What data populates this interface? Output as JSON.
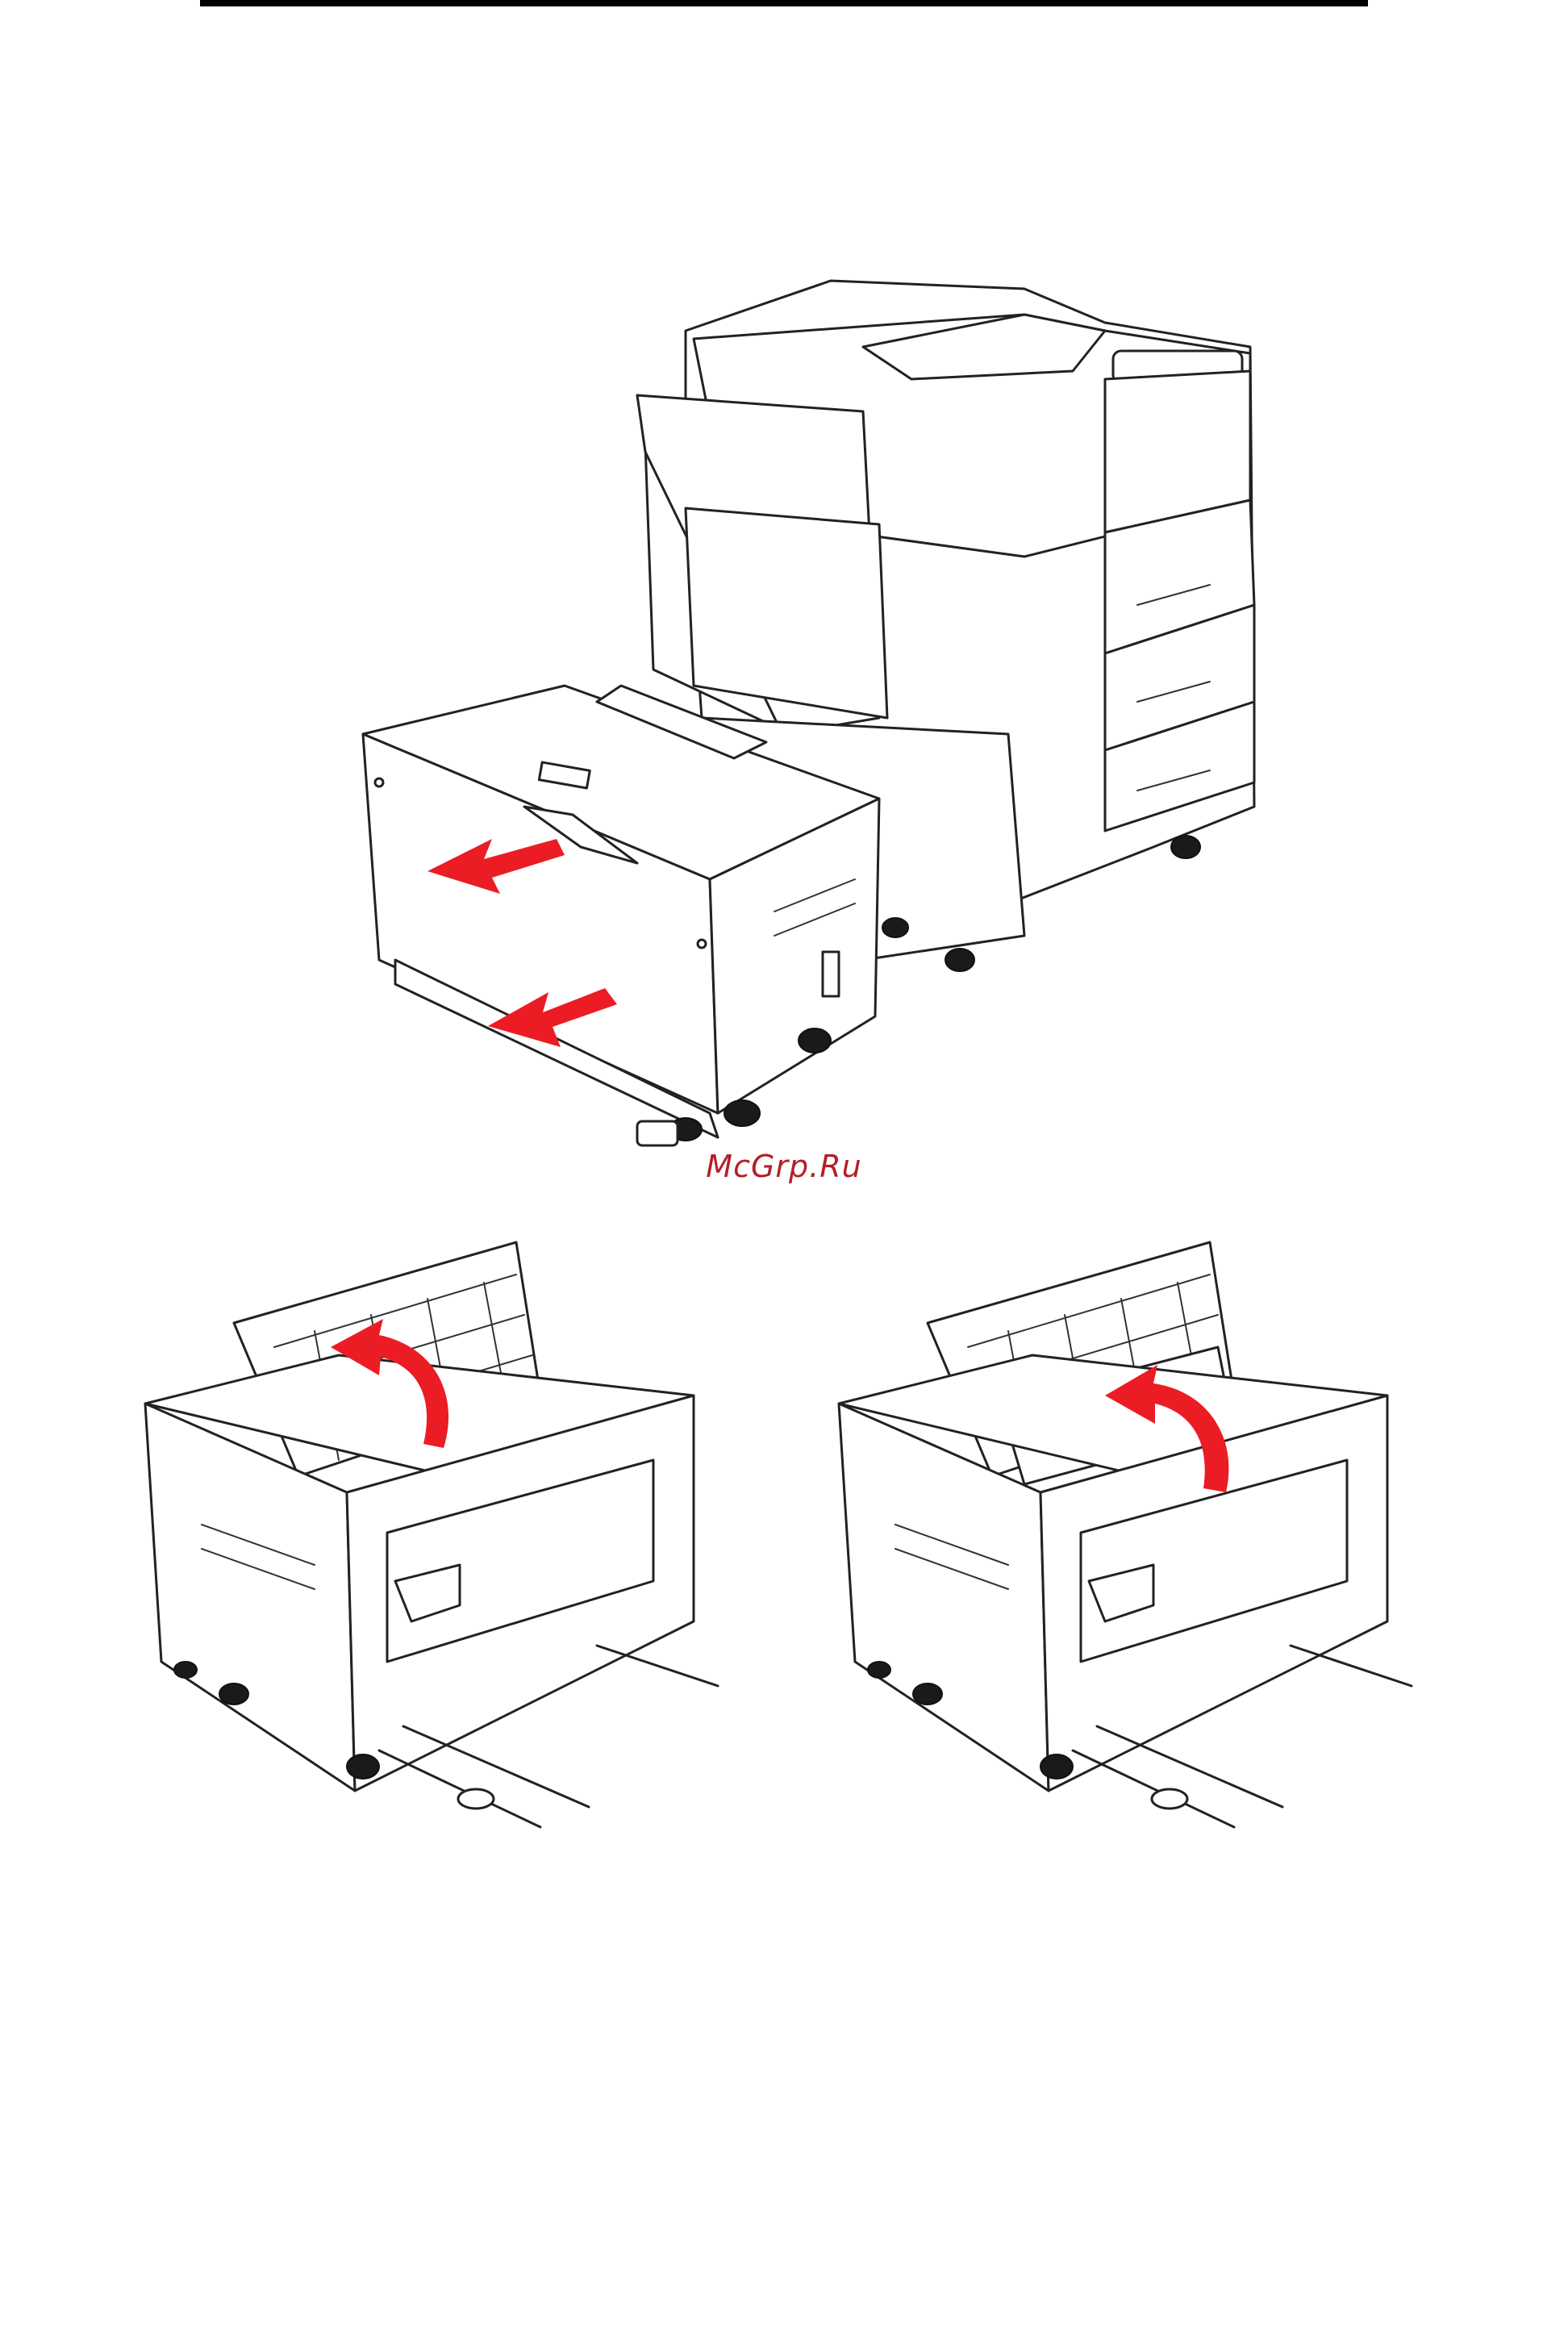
{
  "watermark": "McGrp.Ru",
  "colors": {
    "arrow": "#ec1c24",
    "watermark": "#b51e28",
    "line": "#222222"
  },
  "figures": [
    {
      "icon": "printer-with-separated-high-capacity-feeder-illustration"
    },
    {
      "icon": "feeder-with-lifted-top-cover-illustration"
    },
    {
      "icon": "feeder-with-lifted-inner-guide-illustration"
    }
  ]
}
